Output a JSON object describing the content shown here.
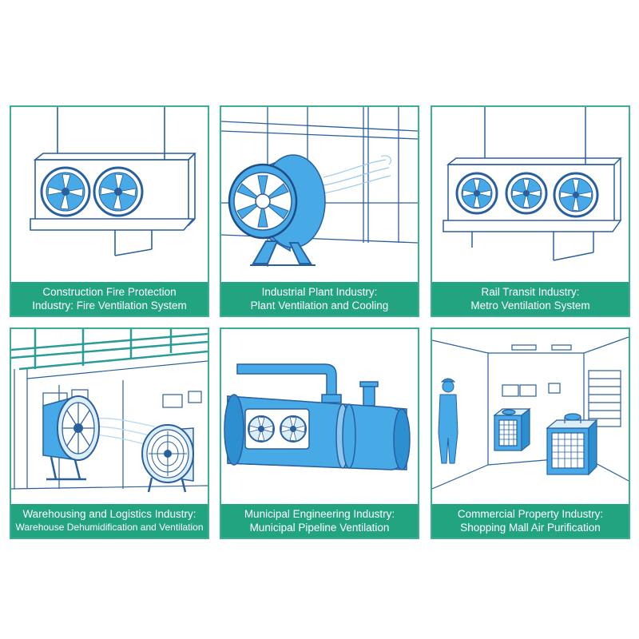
{
  "panels": [
    {
      "id": "construction",
      "line1": "Construction Fire Protection",
      "line2": "Industry: Fire Ventilation System",
      "icon": "dual-fan-unit-icon"
    },
    {
      "id": "industrial",
      "line1": "Industrial Plant Industry:",
      "line2": "Plant Ventilation and Cooling",
      "icon": "axial-fan-icon"
    },
    {
      "id": "rail",
      "line1": "Rail Transit Industry:",
      "line2": "Metro Ventilation System",
      "icon": "triple-fan-unit-icon"
    },
    {
      "id": "warehousing",
      "line1": "Warehousing and Logistics Industry:",
      "line2": "Warehouse Dehumidification and Ventilation",
      "icon": "warehouse-fans-icon"
    },
    {
      "id": "municipal",
      "line1": "Municipal Engineering Industry:",
      "line2": "Municipal Pipeline Ventilation",
      "icon": "pipeline-icon"
    },
    {
      "id": "commercial",
      "line1": "Commercial Property Industry:",
      "line2": "Shopping Mall Air Purification",
      "icon": "air-purifier-units-icon"
    }
  ],
  "colors": {
    "border": "#3cae98",
    "caption": "#23a481",
    "line": "#2a5f9e",
    "fill": "#47a9e6",
    "light": "#dbeef9"
  }
}
